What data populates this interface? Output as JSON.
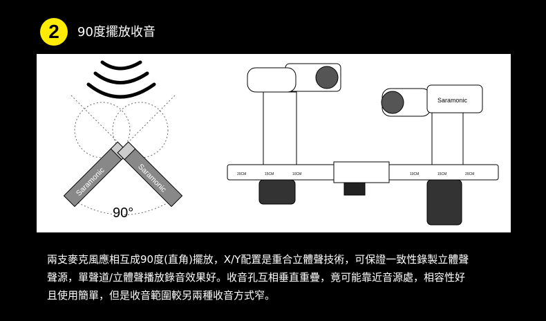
{
  "section": {
    "number": "2",
    "title": "90度擺放收音"
  },
  "diagram": {
    "brand_label": "Saramonic",
    "angle_label": "90°",
    "ruler_labels": [
      "20CM",
      "15CM",
      "10CM",
      "10CM",
      "15CM",
      "20CM"
    ]
  },
  "description": {
    "lines": [
      "兩支麥克風應相互成90度(直角)擺放，X/Y配置是重合立體聲技術，可保證一致性錄製立體聲",
      "聲源，單聲道/立體聲播放錄音效果好。收音孔互相垂直重疊，竟可能靠近音源處，相容性好",
      "且使用簡單，但是收音範圍較另兩種收音方式窄。"
    ]
  },
  "colors": {
    "accent": "#ffec00",
    "background": "#000000"
  }
}
